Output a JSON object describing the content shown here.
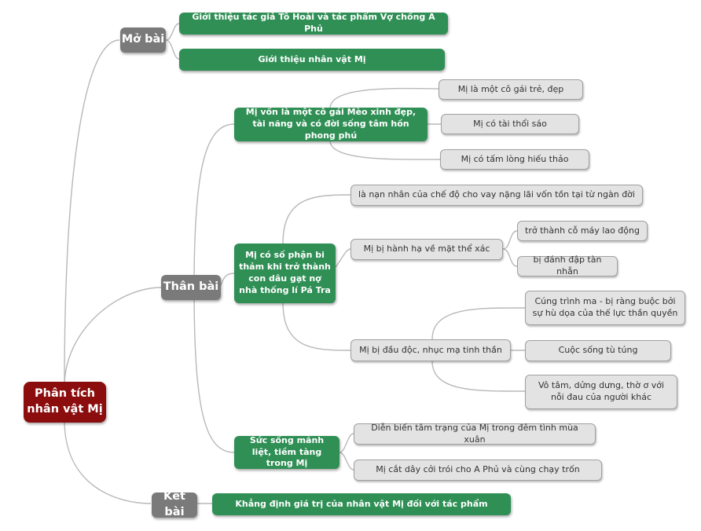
{
  "mindmap": {
    "root": "Phân tích nhân vật Mị",
    "sections": {
      "mo_bai": {
        "label": "Mở bài",
        "items": [
          "Giới thiệu tác giả Tô Hoài và tác phẩm Vợ chồng A Phủ",
          "Giới thiệu nhân vật Mị"
        ]
      },
      "than_bai": {
        "label": "Thân bài",
        "b1": {
          "label": "Mị vốn là một cô gái Mèo xinh đẹp, tài năng và có đời sống tâm hồn phong phú",
          "items": [
            "Mị là một cô gái trẻ, đẹp",
            "Mị có tài thổi sáo",
            "Mị có tấm lòng hiếu thảo"
          ]
        },
        "b2": {
          "label": "Mị có số phận bi thảm khi trở thành con dâu gạt nợ nhà thống lí Pá Tra",
          "item1": "là nạn nhân của chế độ cho vay nặng lãi vốn tồn tại từ ngàn đời",
          "item2": {
            "label": "Mị bị hành hạ về mặt thể xác",
            "items": [
              "trở thành cỗ máy lao động",
              "bị đánh đập tàn nhẫn"
            ]
          },
          "item3": {
            "label": "Mị bị đầu độc, nhục mạ tinh thần",
            "items": [
              "Cúng trình ma - bị ràng buộc bởi sự hù dọa của thế lực thần quyền",
              "Cuộc sống tù túng",
              "Vô tâm, dửng dưng, thờ ơ với nỗi đau của người khác"
            ]
          }
        },
        "b3": {
          "label": "Sức sống mãnh liệt, tiềm tàng trong Mị",
          "items": [
            "Diễn biến tâm trạng của Mị trong đêm tình mùa xuân",
            "Mị cắt dây cởi trói cho A Phủ và cùng chạy trốn"
          ]
        }
      },
      "ket_bai": {
        "label": "Kết bài",
        "items": [
          "Khẳng định giá trị của nhân vật Mị đối với tác phẩm"
        ]
      }
    },
    "colors": {
      "root": "#8b0d0d",
      "section": "#7a7a7a",
      "branch": "#2f8f55",
      "leaf": "#e3e3e3",
      "connector": "#b8b8b8"
    }
  }
}
